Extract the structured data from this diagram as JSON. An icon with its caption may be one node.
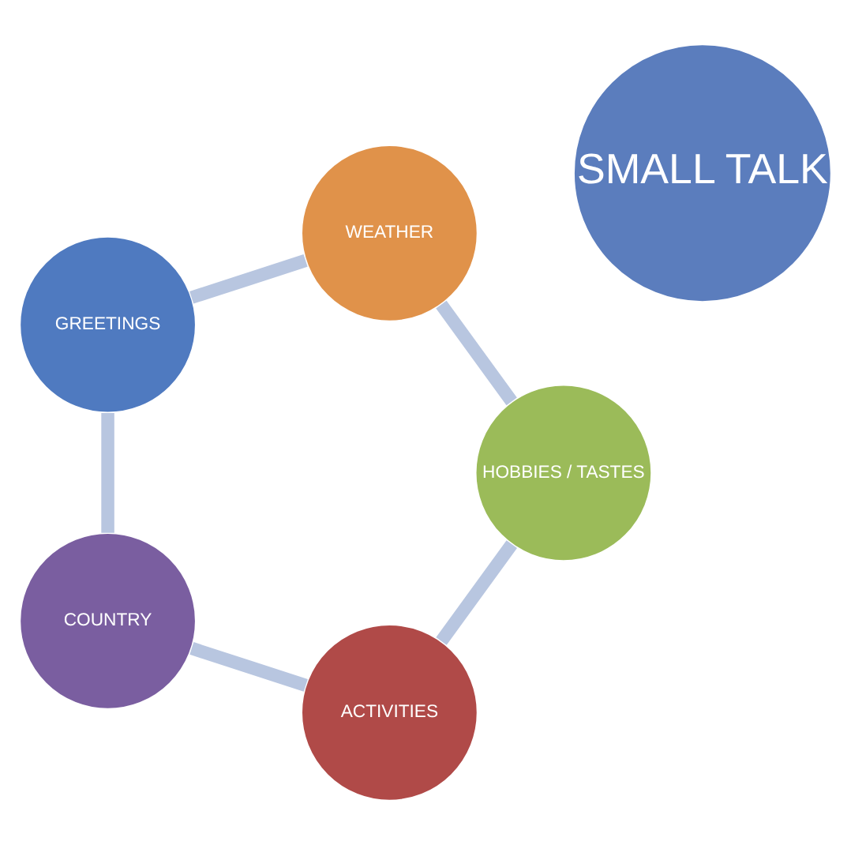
{
  "diagram": {
    "nodes": [
      {
        "text": [
          "SMALL TALK"
        ]
      },
      {
        "text": [
          "ACTIVITIES"
        ]
      },
      {
        "text": [
          "COUNTRY"
        ]
      },
      {
        "text": [
          "GREETINGS"
        ]
      },
      {
        "text": [
          "WEATHER"
        ]
      },
      {
        "text": [
          "HOBBIES / TASTES"
        ]
      }
    ],
    "edges": [
      {
        "from": 1,
        "to": 2,
        "arrow": "none"
      },
      {
        "from": 2,
        "to": 3,
        "arrow": "none"
      },
      {
        "from": 3,
        "to": 4,
        "arrow": "none"
      },
      {
        "from": 4,
        "to": 5,
        "arrow": "none"
      },
      {
        "from": 5,
        "to": 1,
        "arrow": "none"
      }
    ]
  }
}
